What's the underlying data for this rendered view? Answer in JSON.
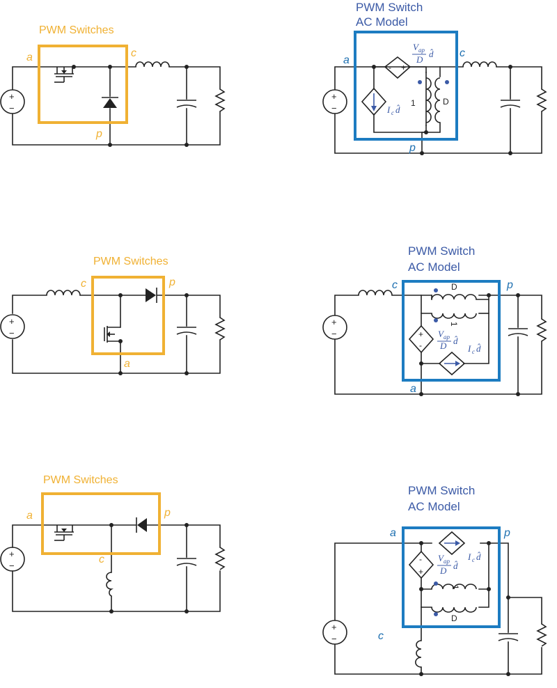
{
  "diagram": {
    "buck": {
      "switch_title": "PWM Switches",
      "model_title_1": "PWM Switch",
      "model_title_2": "AC Model",
      "sw_a": "a",
      "sw_c": "c",
      "sw_p": "p",
      "m_a": "a",
      "m_c": "c",
      "m_p": "p",
      "winding_1": "1",
      "winding_D": "D",
      "src_dep": "I",
      "src_dep_sub": "c",
      "vsrc_num": "V",
      "vsrc_num_sub": "ap",
      "vsrc_den": "D",
      "dhat": "d̂"
    },
    "boost": {
      "switch_title": "PWM Switches",
      "model_title_1": "PWM Switch",
      "model_title_2": "AC Model",
      "sw_a": "a",
      "sw_c": "c",
      "sw_p": "p",
      "m_a": "a",
      "m_c": "c",
      "m_p": "p",
      "winding_1": "1",
      "winding_D": "D",
      "src_dep": "I",
      "src_dep_sub": "c",
      "vsrc_num": "V",
      "vsrc_num_sub": "ap",
      "vsrc_den": "D",
      "dhat": "d̂"
    },
    "buckboost": {
      "switch_title": "PWM Switches",
      "model_title_1": "PWM Switch",
      "model_title_2": "AC Model",
      "sw_a": "a",
      "sw_c": "c",
      "sw_p": "p",
      "m_a": "a",
      "m_c": "c",
      "m_p": "p",
      "winding_1": "1",
      "winding_D": "D",
      "src_dep": "I",
      "src_dep_sub": "c",
      "vsrc_num": "V",
      "vsrc_num_sub": "ap",
      "vsrc_den": "D",
      "dhat": "d̂"
    },
    "source_plus": "+",
    "source_minus": "−",
    "colors": {
      "switch_box": "#f0b133",
      "model_box": "#1d7cc1",
      "model_text": "#3b5aa6",
      "wire": "#222222"
    }
  }
}
